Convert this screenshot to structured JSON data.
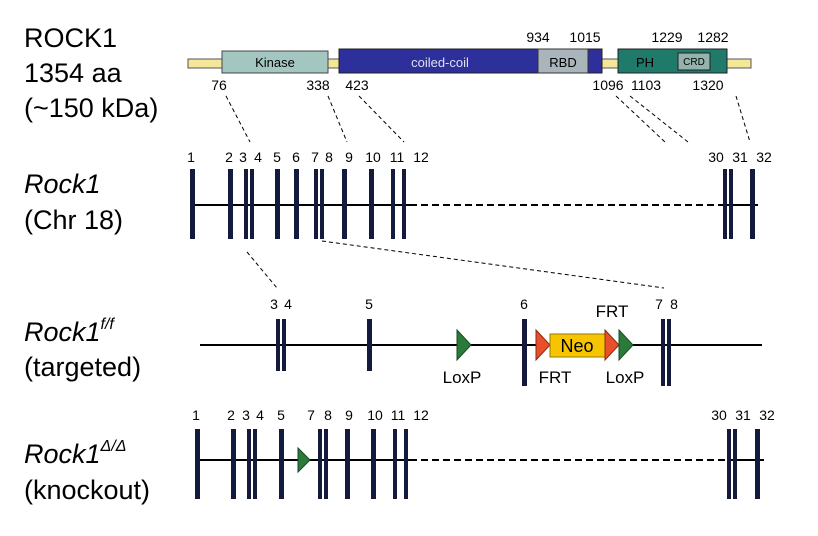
{
  "protein": {
    "name": "ROCK1",
    "length": "1354 aa",
    "mass": "(~150 kDa)",
    "domains": [
      {
        "label": "Kinase"
      },
      {
        "label": "coiled-coil"
      },
      {
        "label": "RBD"
      },
      {
        "label": "PH"
      },
      {
        "label": "CRD"
      }
    ],
    "numbers_above": [
      "934",
      "1015",
      "1229",
      "1282"
    ],
    "numbers_below": [
      "76",
      "338",
      "423",
      "1096",
      "1103",
      "1320"
    ]
  },
  "rows": {
    "wildtype": {
      "name": "Rock1",
      "sub": "(Chr 18)",
      "exon_labels": [
        "1",
        "2",
        "3",
        "4",
        "5",
        "6",
        "7",
        "8",
        "9",
        "10",
        "11",
        "12",
        "30",
        "31",
        "32"
      ]
    },
    "floxed": {
      "name": "Rock1",
      "sup": "f/f",
      "sub": "(targeted)",
      "exon_labels": [
        "3",
        "4",
        "5",
        "6",
        "7",
        "8"
      ],
      "site_labels": [
        "LoxP",
        "FRT",
        "FRT",
        "LoxP"
      ],
      "cassette": "Neo"
    },
    "knockout": {
      "name": "Rock1",
      "sup": "Δ/Δ",
      "sub": "(knockout)",
      "exon_labels": [
        "1",
        "2",
        "3",
        "4",
        "5",
        "7",
        "8",
        "9",
        "10",
        "11",
        "12",
        "30",
        "31",
        "32"
      ]
    }
  },
  "colors": {
    "exon": "#141a3c",
    "kinase": "#a3c7c0",
    "coiled": "#2d2f9a",
    "rbd": "#a9b4bb",
    "ph": "#1f7a6a",
    "crd": "#95b3ad",
    "linker": "#f5e79a",
    "loxp": "#2a7a3a",
    "frt": "#e8502a",
    "neo": "#f6c400"
  }
}
